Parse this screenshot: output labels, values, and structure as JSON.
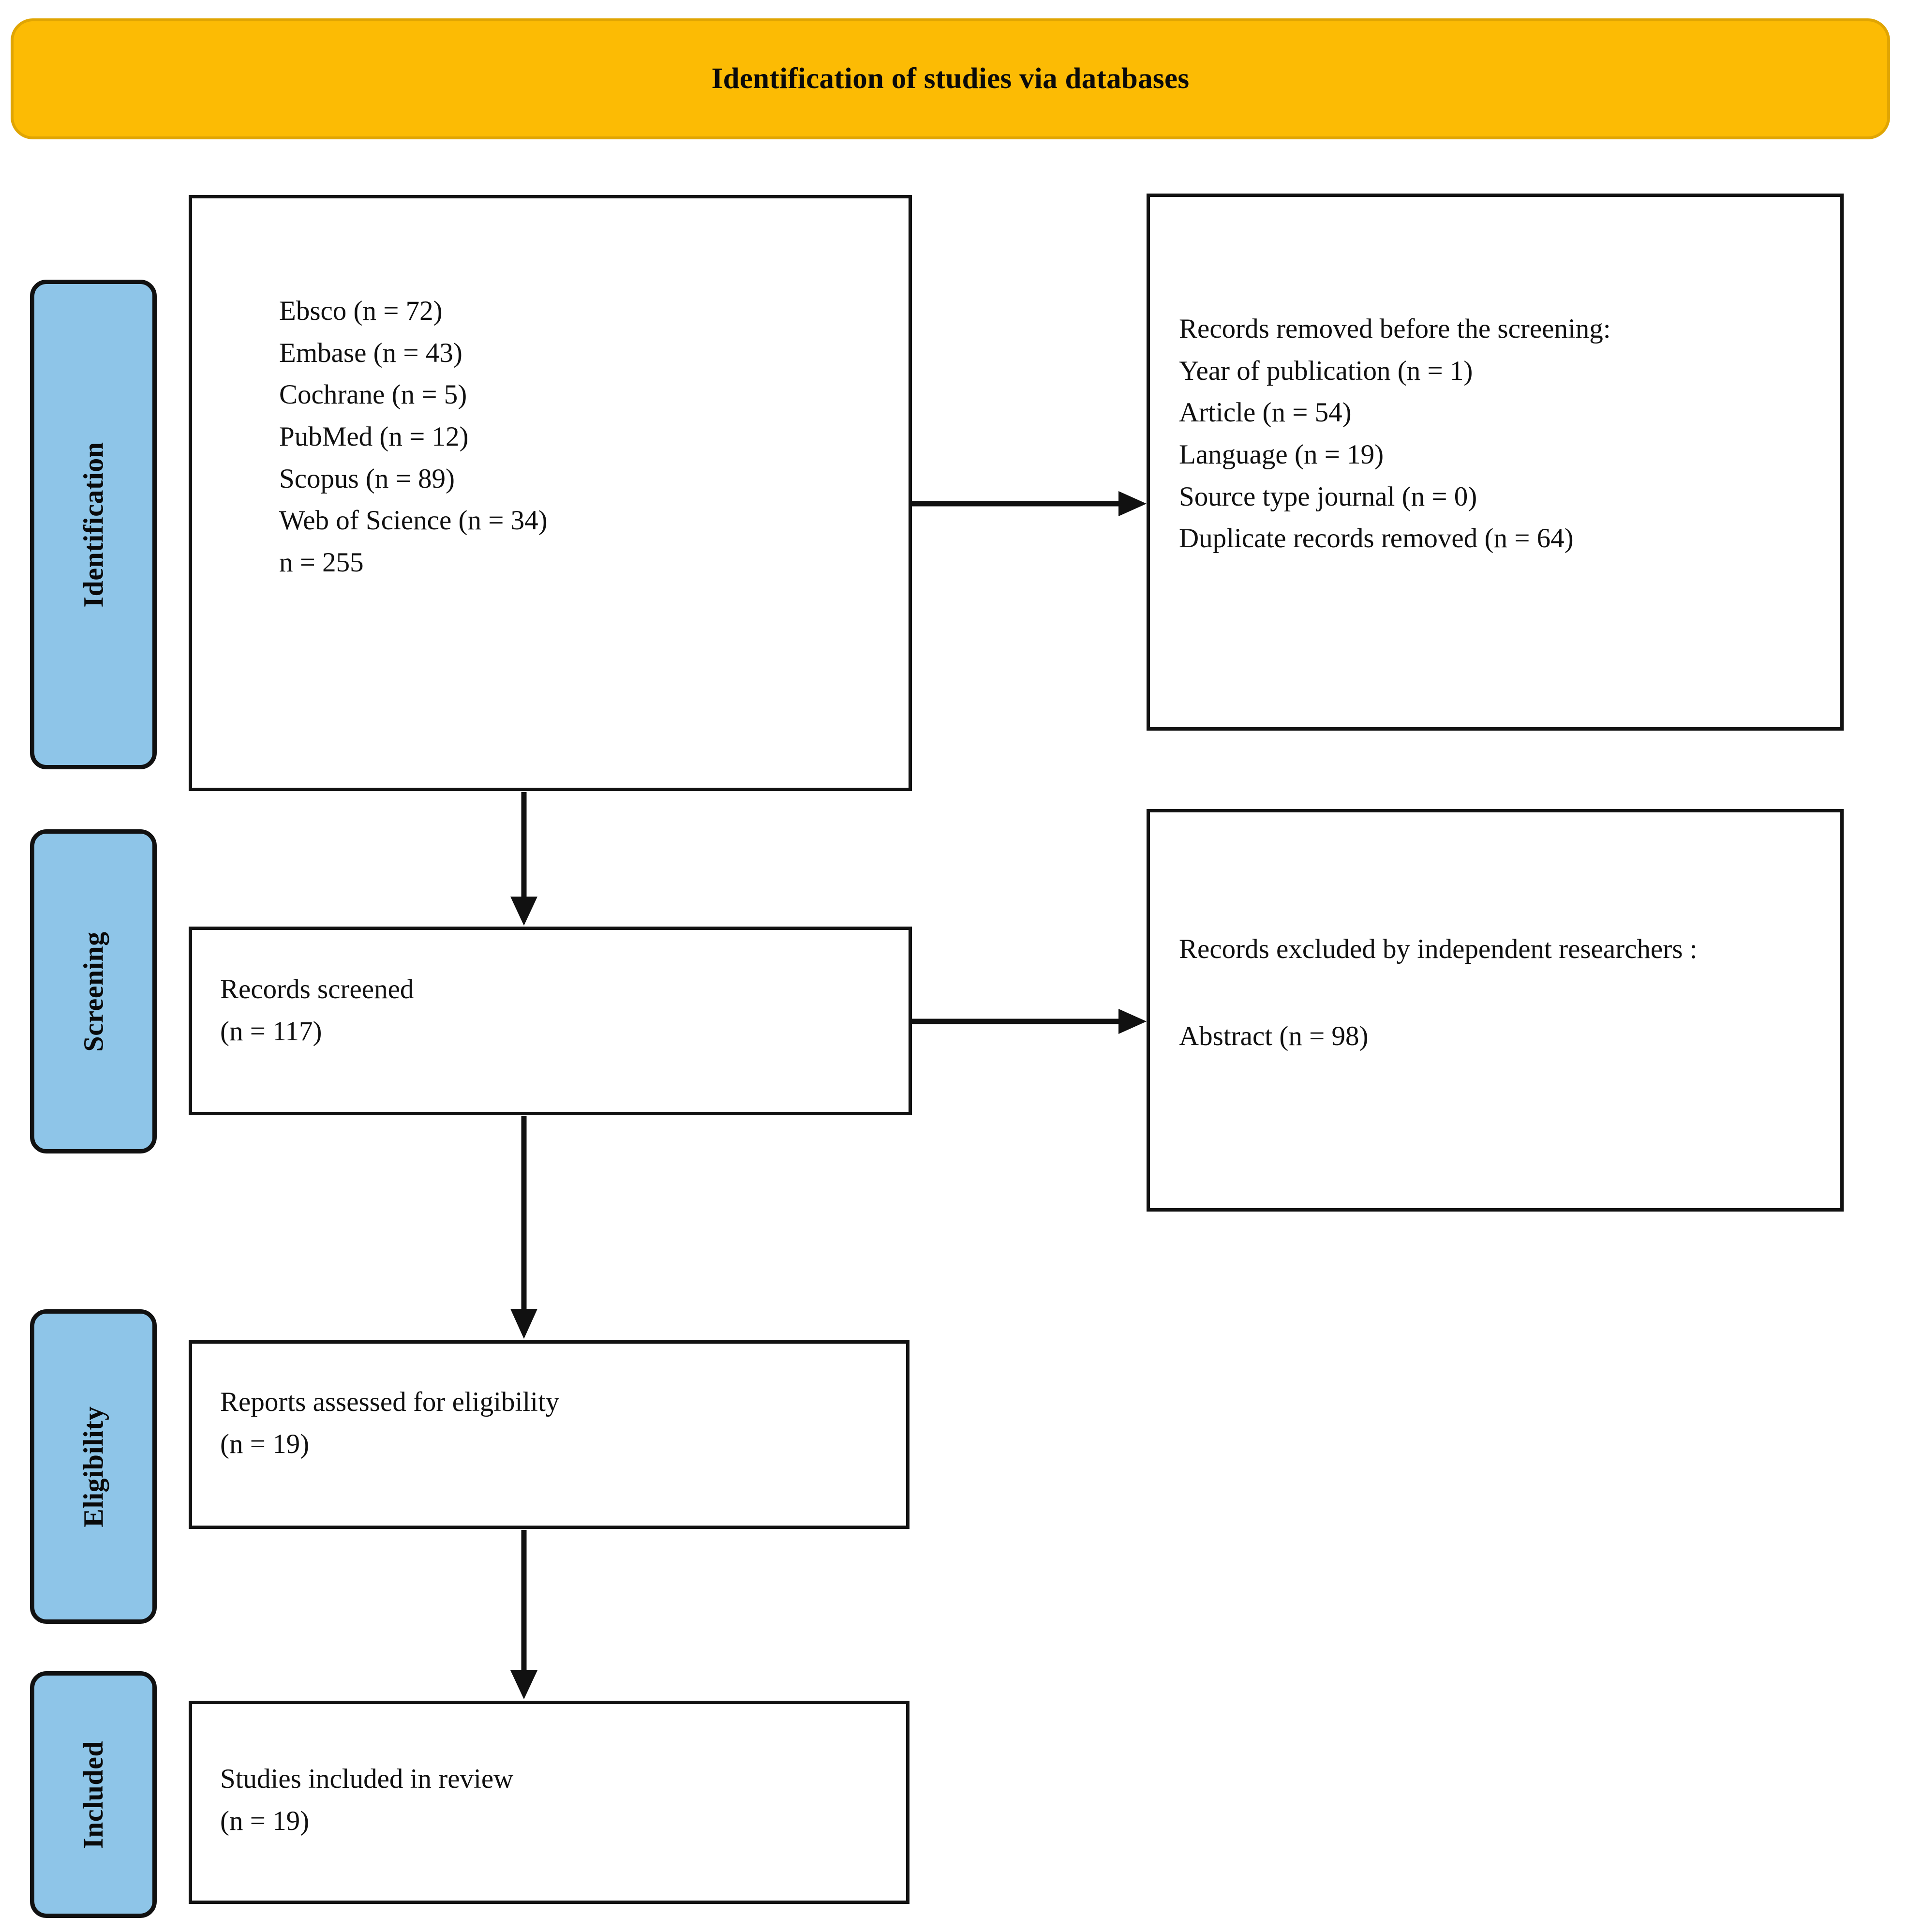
{
  "header": {
    "title": "Identification of studies via databases",
    "bg_color": "#FCBB04",
    "border_color": "#E0A503"
  },
  "phases": [
    {
      "id": "identification",
      "label": "Identification"
    },
    {
      "id": "screening",
      "label": "Screening"
    },
    {
      "id": "eligibility",
      "label": "Eligibility"
    },
    {
      "id": "included",
      "label": "Included"
    }
  ],
  "phase_color": "#8EC5E8",
  "boxes": {
    "records_identified": {
      "lines": [
        "Ebsco (n = 72)",
        "Embase (n = 43)",
        "Cochrane (n = 5)",
        "PubMed (n = 12)",
        "Scopus (n = 89)",
        "Web of Science (n = 34)",
        "n = 255"
      ],
      "text": "Ebsco (n = 72)\nEmbase (n = 43)\nCochrane (n = 5)\nPubMed (n = 12)\nScopus (n = 89)\nWeb of Science (n = 34)\nn = 255"
    },
    "records_removed": {
      "lines": [
        "Records removed before the screening:",
        "Year of publication  (n = 1)",
        "Article  (n = 54)",
        "Language  (n = 19)",
        "Source type journal  (n = 0)",
        "Duplicate records removed (n = 64)"
      ],
      "text": "Records removed before the screening:\nYear of publication  (n = 1)\nArticle  (n = 54)\nLanguage  (n = 19)\nSource type journal  (n = 0)\nDuplicate records removed (n = 64)"
    },
    "records_screened": {
      "lines": [
        "Records screened",
        "(n = 117)"
      ],
      "text": "Records screened\n(n = 117)"
    },
    "records_excluded": {
      "heading": "Records excluded by independent researchers :",
      "detail": "Abstract (n = 98)"
    },
    "reports_assessed": {
      "lines": [
        "Reports assessed for eligibility",
        "(n = 19)"
      ],
      "text": "Reports assessed for eligibility\n(n = 19)"
    },
    "studies_included": {
      "lines": [
        "Studies included in review",
        "(n = 19)"
      ],
      "text": "Studies included in review\n(n = 19)"
    }
  },
  "connectors": [
    {
      "id": "identified-to-removed",
      "direction": "right",
      "from": "records_identified",
      "to": "records_removed"
    },
    {
      "id": "identified-to-screened",
      "direction": "down",
      "from": "records_identified",
      "to": "records_screened"
    },
    {
      "id": "screened-to-excluded",
      "direction": "right",
      "from": "records_screened",
      "to": "records_excluded"
    },
    {
      "id": "screened-to-assessed",
      "direction": "down",
      "from": "records_screened",
      "to": "reports_assessed"
    },
    {
      "id": "assessed-to-included",
      "direction": "down",
      "from": "reports_assessed",
      "to": "studies_included"
    }
  ]
}
